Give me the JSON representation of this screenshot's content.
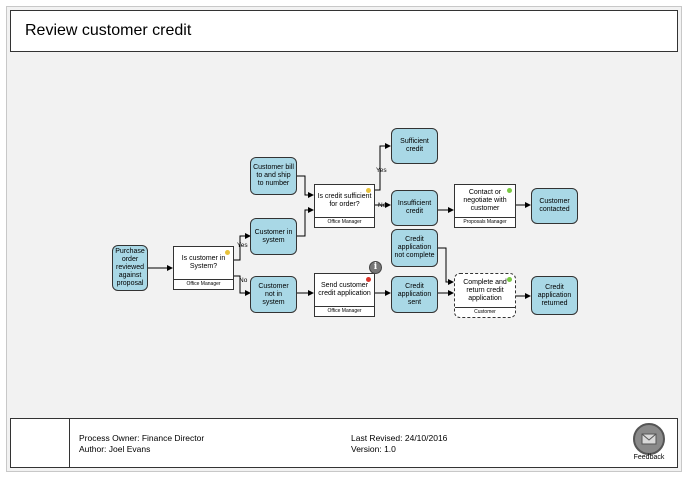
{
  "title": "Review customer credit",
  "nodes": {
    "purchase_order": "Purchase order reviewed against proposal",
    "customer_bill": "Customer bill to and ship to number",
    "customer_in_system": "Customer in system",
    "customer_not_in_system": "Customer not in system",
    "sufficient_credit": "Sufficient credit",
    "insufficient_credit": "Insufficient credit",
    "credit_app_not_complete": "Credit application not complete",
    "credit_app_sent": "Credit application sent",
    "customer_contacted": "Customer contacted",
    "credit_app_returned": "Credit application returned"
  },
  "tasks": {
    "is_customer": {
      "label": "Is customer in System?",
      "role": "Office Manager"
    },
    "is_credit_sufficient": {
      "label": "Is credit sufficient for order?",
      "role": "Office Manager"
    },
    "send_credit_app": {
      "label": "Send customer credit application",
      "role": "Office Manager"
    },
    "contact_negotiate": {
      "label": "Contact or negotiate with customer",
      "role": "Proposals Manager"
    },
    "complete_return": {
      "label": "Complete and return credit application",
      "role": "Customer"
    }
  },
  "edge_labels": {
    "yes1": "Yes",
    "no1": "No",
    "yes2": "Yes",
    "no2": "No"
  },
  "info_icon": "i",
  "colors": {
    "node_fill": "#a9d8e6",
    "dot_yellow": "#e8c23a",
    "dot_red": "#d9352b",
    "dot_green": "#7ac943"
  },
  "footer": {
    "owner": "Process Owner: Finance Director",
    "author": "Author: Joel Evans",
    "revised": "Last Revised: 24/10/2016",
    "version": "Version: 1.0",
    "feedback": "Feedback",
    "feedback_icon": "envelope-icon"
  }
}
